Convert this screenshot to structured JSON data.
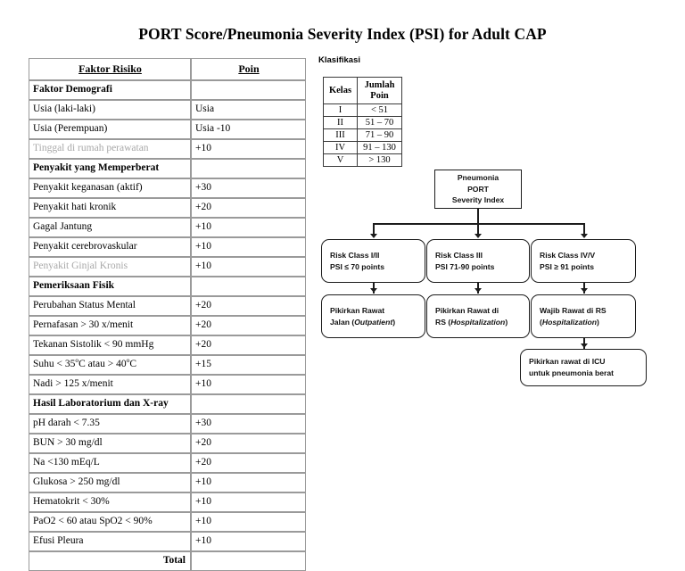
{
  "title": "PORT Score/Pneumonia Severity Index (PSI) for Adult CAP",
  "risk_table": {
    "headers": [
      "Faktor Risiko",
      "Poin"
    ],
    "rows": [
      {
        "label": "Faktor Demografi",
        "points": "",
        "type": "section"
      },
      {
        "label": "Usia (laki-laki)",
        "points": "Usia",
        "type": "item"
      },
      {
        "label": "Usia (Perempuan)",
        "points": "Usia -10",
        "type": "item"
      },
      {
        "label": "Tinggal di rumah perawatan",
        "points": "+10",
        "type": "muted"
      },
      {
        "label": "Penyakit yang Memperberat",
        "points": "",
        "type": "section"
      },
      {
        "label": "Penyakit keganasan (aktif)",
        "points": "+30",
        "type": "item"
      },
      {
        "label": "Penyakit hati kronik",
        "points": "+20",
        "type": "item"
      },
      {
        "label": "Gagal Jantung",
        "points": "+10",
        "type": "item"
      },
      {
        "label": "Penyakit cerebrovaskular",
        "points": "+10",
        "type": "item"
      },
      {
        "label": "Penyakit Ginjal Kronis",
        "points": "+10",
        "type": "muted"
      },
      {
        "label": "Pemeriksaan Fisik",
        "points": "",
        "type": "section"
      },
      {
        "label": "Perubahan Status Mental",
        "points": "+20",
        "type": "item"
      },
      {
        "label": "Pernafasan > 30 x/menit",
        "points": "+20",
        "type": "item"
      },
      {
        "label": "Tekanan Sistolik < 90 mmHg",
        "points": "+20",
        "type": "item"
      },
      {
        "label": "Suhu < 35°C atau > 40°C",
        "points": "+15",
        "type": "temp"
      },
      {
        "label": "Nadi > 125 x/menit",
        "points": "+10",
        "type": "item"
      },
      {
        "label": "Hasil Laboratorium dan X-ray",
        "points": "",
        "type": "section"
      },
      {
        "label": "pH darah < 7.35",
        "points": "+30",
        "type": "item"
      },
      {
        "label": "BUN > 30 mg/dl",
        "points": "+20",
        "type": "item"
      },
      {
        "label": "Na <130 mEq/L",
        "points": "+20",
        "type": "item"
      },
      {
        "label": "Glukosa > 250 mg/dl",
        "points": "+10",
        "type": "item"
      },
      {
        "label": "Hematokrit < 30%",
        "points": "+10",
        "type": "item"
      },
      {
        "label": "PaO2 < 60 atau SpO2 < 90%",
        "points": "+10",
        "type": "item"
      },
      {
        "label": "Efusi Pleura",
        "points": "+10",
        "type": "item"
      },
      {
        "label": "Total",
        "points": "",
        "type": "total"
      }
    ]
  },
  "klasifikasi": {
    "label": "Klasifikasi",
    "headers": [
      "Kelas",
      "Jumlah Poin"
    ],
    "header_line1": "Jumlah",
    "header_line2": "Poin",
    "rows": [
      {
        "kelas": "I",
        "poin": "< 51"
      },
      {
        "kelas": "II",
        "poin": "51 – 70"
      },
      {
        "kelas": "III",
        "poin": "71 – 90"
      },
      {
        "kelas": "IV",
        "poin": "91 – 130"
      },
      {
        "kelas": "V",
        "poin": "> 130"
      }
    ]
  },
  "flowchart": {
    "root": {
      "line1": "Pneumonia",
      "line2": "PORT",
      "line3": "Severity Index"
    },
    "branches": [
      {
        "class_line1": "Risk Class I/II",
        "class_line2": "PSI ≤ 70 points",
        "action_line1": "Pikirkan Rawat",
        "action_line2_pre": "Jalan (",
        "action_line2_em": "Outpatient",
        "action_line2_post": ")"
      },
      {
        "class_line1": "Risk Class III",
        "class_line2": "PSI 71-90 points",
        "action_line1": "Pikirkan Rawat di",
        "action_line2_pre": "RS (",
        "action_line2_em": "Hospitalization",
        "action_line2_post": ")"
      },
      {
        "class_line1": "Risk Class IV/V",
        "class_line2": "PSI ≥ 91 points",
        "action_line1": "Wajib Rawat di RS",
        "action_line2_pre": "(",
        "action_line2_em": "Hospitalization",
        "action_line2_post": ")"
      }
    ],
    "icu": {
      "line1": "Pikirkan rawat di ICU",
      "line2": "untuk pneumonia berat"
    }
  }
}
